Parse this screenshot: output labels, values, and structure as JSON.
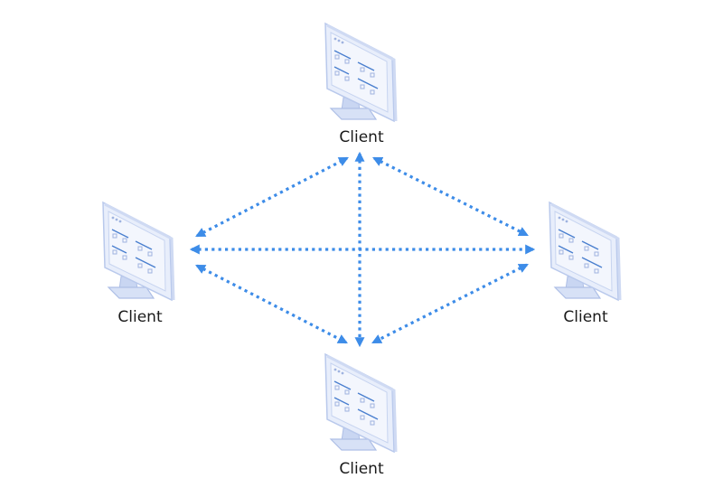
{
  "nodes": {
    "top": {
      "label": "Client"
    },
    "left": {
      "label": "Client"
    },
    "right": {
      "label": "Client"
    },
    "bottom": {
      "label": "Client"
    }
  },
  "colors": {
    "arrow": "#3d8ce8",
    "monitor_frame": "#e8eefb",
    "monitor_stroke": "#b9c9ec",
    "screen": "#f3f6fd",
    "screen_lines": "#4a7fcf",
    "stand": "#aebfe6"
  },
  "icons": [
    "monitor-icon"
  ]
}
